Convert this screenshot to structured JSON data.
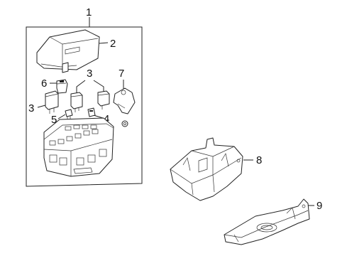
{
  "callouts": {
    "c1": "1",
    "c2": "2",
    "c3_right": "3",
    "c3_left": "3",
    "c4": "4",
    "c5": "5",
    "c6": "6",
    "c7": "7",
    "c8": "8",
    "c9": "9"
  }
}
